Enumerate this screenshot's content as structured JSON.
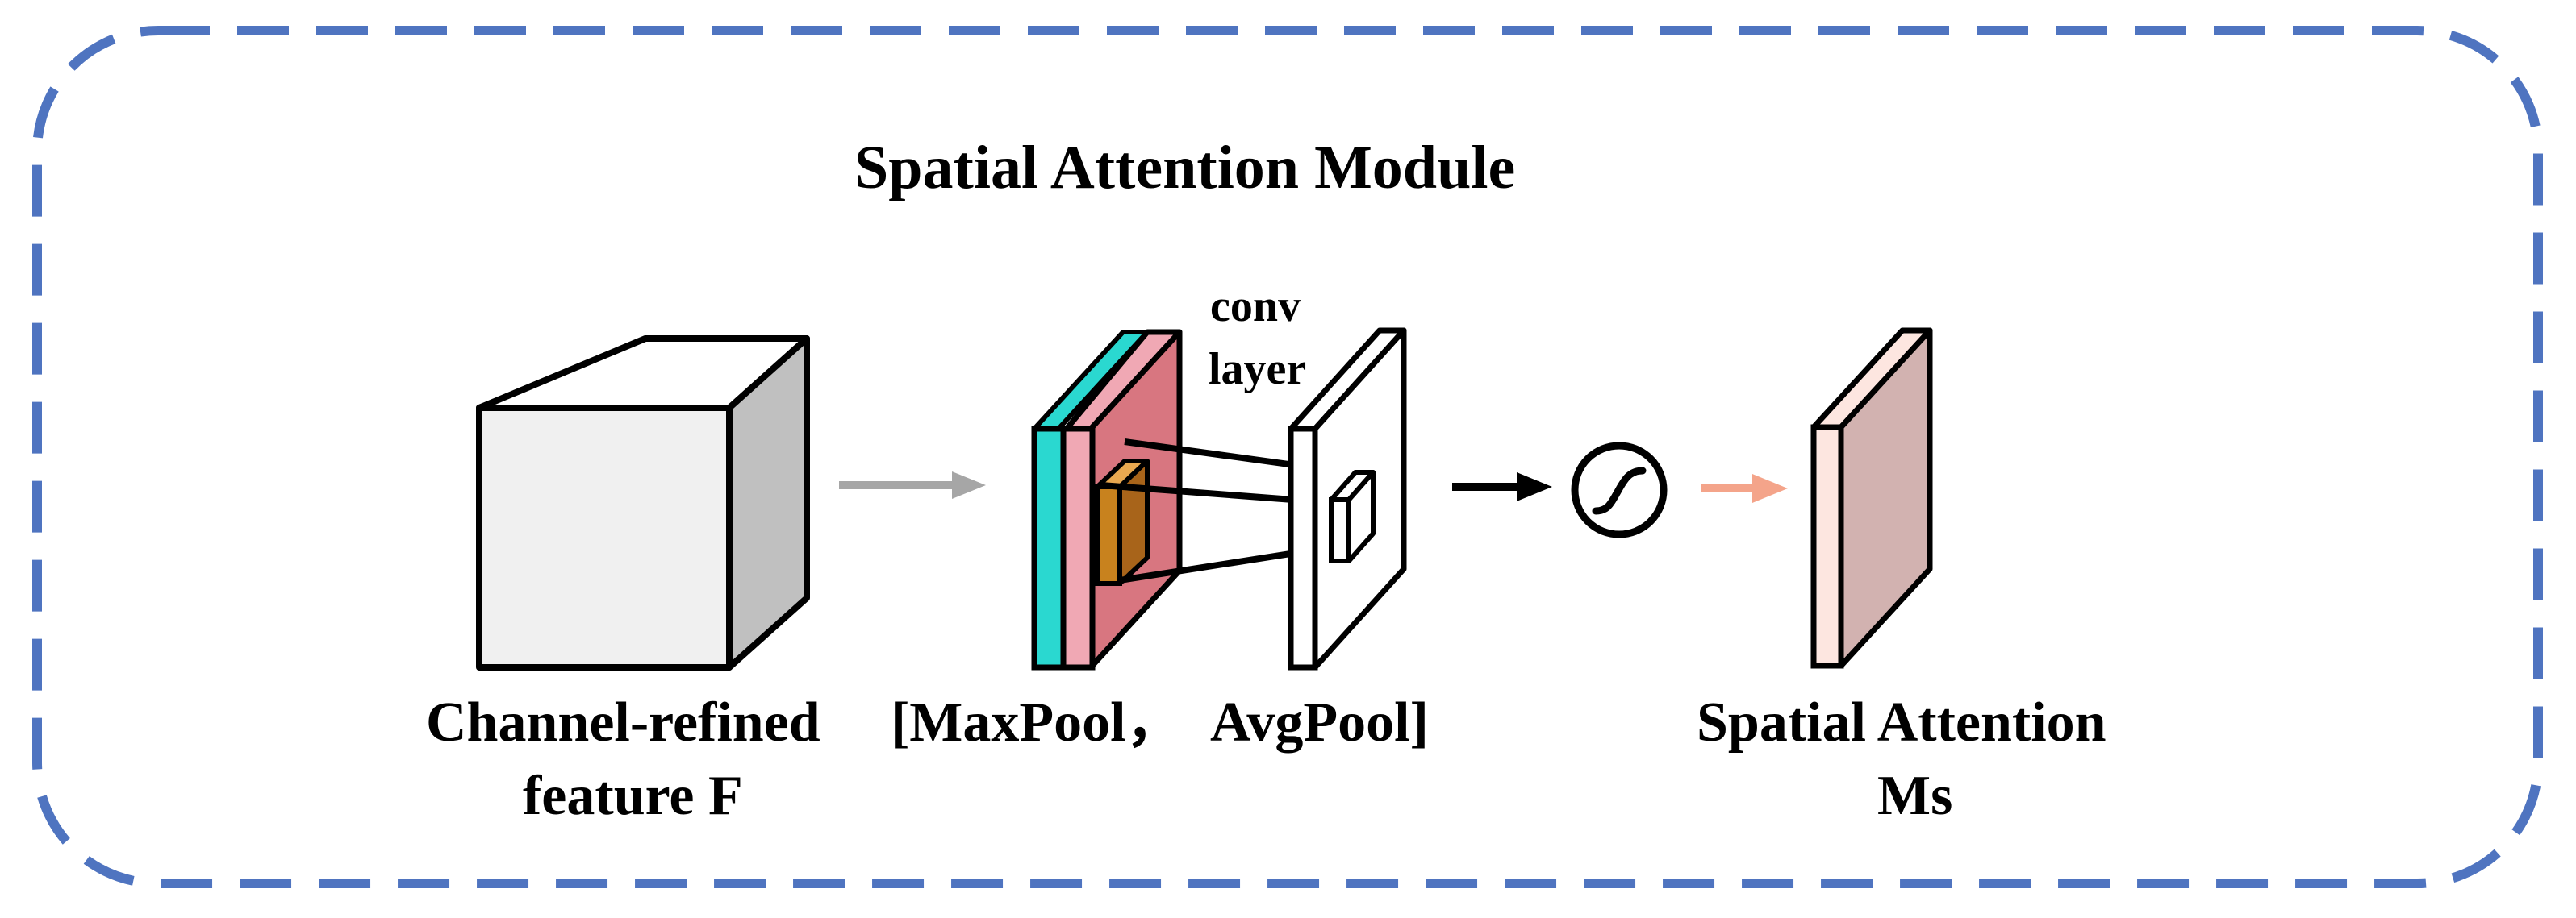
{
  "title": "Spatial Attention Module",
  "input_feature": {
    "label_line1": "Channel-refined",
    "label_line2": "feature F",
    "front_color": "#f0f0f0",
    "side_color": "#c0c0c0"
  },
  "pooling": {
    "label_left": "[MaxPool，",
    "label_right": "AvgPool]",
    "max_slice_color": "#2ad8d0",
    "avg_slice_color": "#f0a8b4",
    "main_color": "#d87680",
    "kernel_color": "#c8821e"
  },
  "conv": {
    "label_line1": "conv",
    "label_line2": "layer"
  },
  "output": {
    "label_line1": "Spatial Attention",
    "label_line2": "Ms",
    "front_color": "#fde6e0",
    "face_color": "#d2b2b0"
  },
  "arrows": {
    "gray": "#a6a6a6",
    "black": "#000000",
    "salmon": "#f4a48a"
  },
  "border_color": "#4f74c0"
}
